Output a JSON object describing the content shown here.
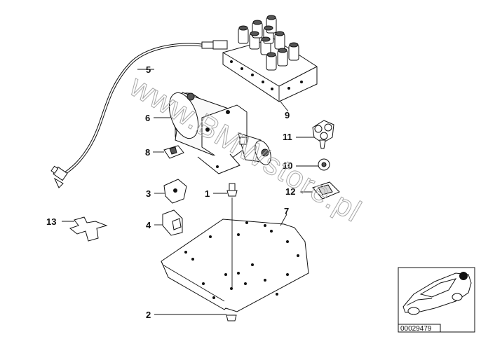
{
  "diagram": {
    "watermark_text": "www.BMWstore.pl",
    "diagram_id": "00029479",
    "callouts": [
      {
        "label": "1"
      },
      {
        "label": "2"
      },
      {
        "label": "3"
      },
      {
        "label": "4"
      },
      {
        "label": "5"
      },
      {
        "label": "6"
      },
      {
        "label": "7"
      },
      {
        "label": "8"
      },
      {
        "label": "9"
      },
      {
        "label": "10"
      },
      {
        "label": "11"
      },
      {
        "label": "12"
      },
      {
        "label": "13"
      }
    ]
  }
}
